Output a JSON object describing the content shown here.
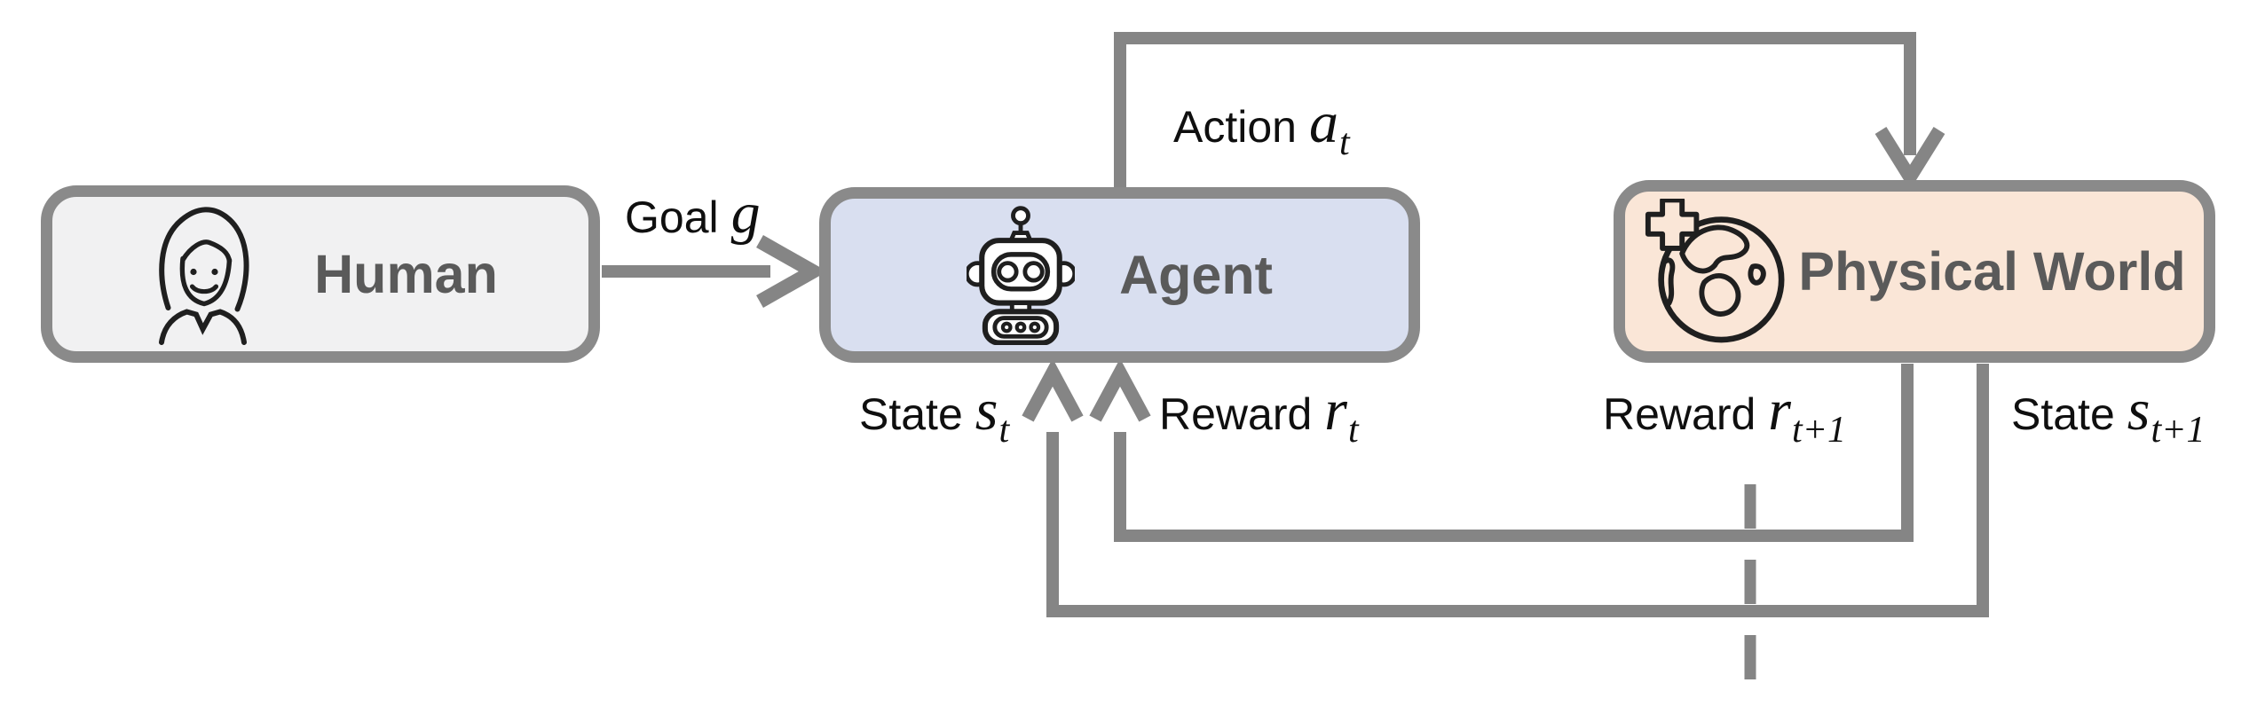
{
  "nodes": {
    "human": {
      "title": "Human",
      "icon": "woman-icon"
    },
    "agent": {
      "title": "Agent",
      "icon": "robot-icon"
    },
    "world": {
      "title": "Physical World",
      "icon": "globe-icon"
    }
  },
  "labels": {
    "goal": {
      "word": "Goal",
      "math": "g",
      "sub": ""
    },
    "action": {
      "word": "Action",
      "math": "a",
      "sub": "t"
    },
    "state_t": {
      "word": "State",
      "math": "s",
      "sub": "t"
    },
    "reward_t": {
      "word": "Reward",
      "math": "r",
      "sub": "t"
    },
    "reward_t1": {
      "word": "Reward",
      "math": "r",
      "sub": "t+1"
    },
    "state_t1": {
      "word": "State",
      "math": "s",
      "sub": "t+1"
    }
  },
  "edges": {
    "goal": {
      "from": "Human",
      "to": "Agent",
      "label": "Goal g"
    },
    "action": {
      "from": "Agent",
      "to": "Physical World",
      "label": "Action a_t"
    },
    "reward": {
      "from": "Physical World",
      "to": "Agent",
      "label": "Reward r_t+1 / r_t"
    },
    "state": {
      "from": "Physical World",
      "to": "Agent",
      "label": "State s_t+1 / s_t"
    }
  },
  "colors": {
    "background": "#ffffff",
    "line": "#858585",
    "border": "#8a8a8a",
    "human_fill": "#f1f1f2",
    "agent_fill": "#d9dff0",
    "world_fill": "#fae6d7",
    "title_text": "#5a5a5a",
    "label_text": "#0f0f0f",
    "icon_stroke": "#1f1f1f"
  }
}
